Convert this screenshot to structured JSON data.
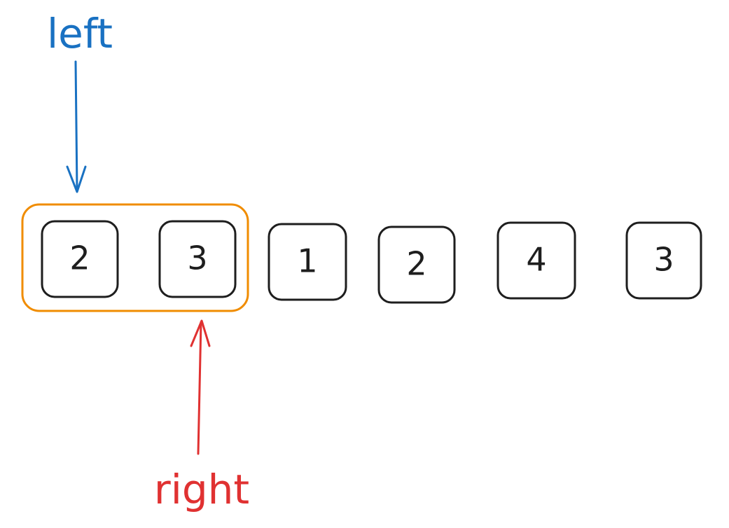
{
  "array": {
    "values": [
      "2",
      "3",
      "1",
      "2",
      "4",
      "3"
    ]
  },
  "pointers": {
    "left": {
      "label": "left",
      "index": 0,
      "color": "#1971c2"
    },
    "right": {
      "label": "right",
      "index": 1,
      "color": "#e03131"
    }
  },
  "window": {
    "start_index": 0,
    "end_index": 1,
    "color": "#f08c00"
  },
  "colors": {
    "box_stroke": "#1e1e1e",
    "text": "#1e1e1e"
  }
}
